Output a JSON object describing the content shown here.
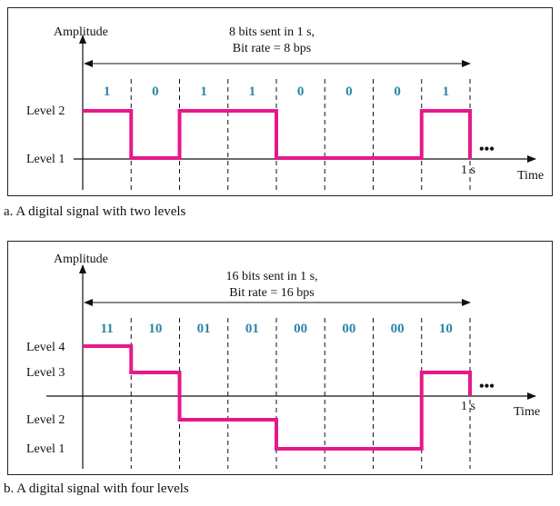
{
  "panel_a": {
    "amplitude_label": "Amplitude",
    "time_label": "Time",
    "header_line1": "8 bits sent in 1 s,",
    "header_line2": "Bit rate = 8 bps",
    "end_tick_label": "1 s",
    "ellipsis": "•••",
    "level_labels": [
      "Level 2",
      "Level 1"
    ],
    "bits": [
      "1",
      "0",
      "1",
      "1",
      "0",
      "0",
      "0",
      "1"
    ],
    "signal_levels": [
      2,
      1,
      2,
      2,
      1,
      1,
      1,
      2
    ],
    "num_levels": 2,
    "caption": "a. A digital signal with two levels"
  },
  "panel_b": {
    "amplitude_label": "Amplitude",
    "time_label": "Time",
    "header_line1": "16 bits sent in 1 s,",
    "header_line2": "Bit rate = 16 bps",
    "end_tick_label": "1 s",
    "ellipsis": "•••",
    "level_labels": [
      "Level 4",
      "Level 3",
      "Level 2",
      "Level 1"
    ],
    "bits": [
      "11",
      "10",
      "01",
      "01",
      "00",
      "00",
      "00",
      "10"
    ],
    "signal_levels": [
      4,
      3,
      2,
      2,
      1,
      1,
      1,
      3
    ],
    "num_levels": 4,
    "caption": "b. A digital signal with four levels"
  },
  "colors": {
    "signal": "#e6198a",
    "bits": "#2b86a6",
    "axis": "#111111"
  }
}
